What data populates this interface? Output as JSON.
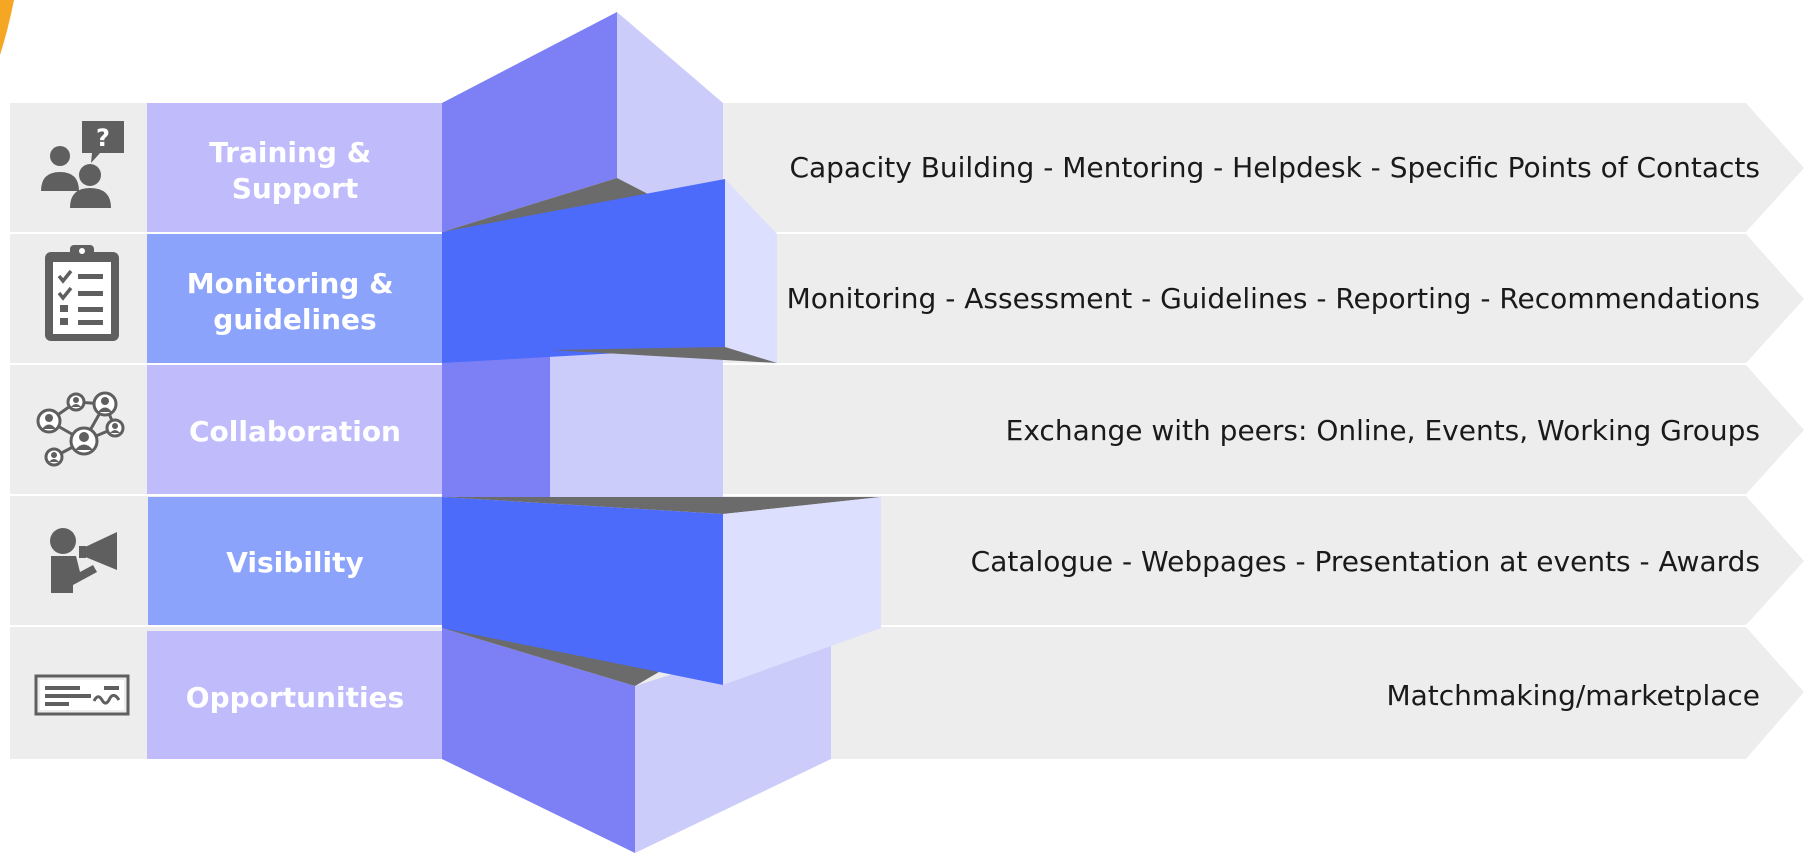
{
  "rows": [
    {
      "icon": "help-question-people-icon",
      "category_lines": [
        "Training &",
        "Support"
      ],
      "description": "Capacity Building - Mentoring - Helpdesk - Specific Points of Contacts"
    },
    {
      "icon": "clipboard-checklist-icon",
      "category_lines": [
        "Monitoring &",
        "guidelines"
      ],
      "description": "Monitoring - Assessment - Guidelines - Reporting - Recommendations"
    },
    {
      "icon": "network-people-icon",
      "category_lines": [
        "Collaboration"
      ],
      "description": "Exchange with peers: Online, Events, Working Groups"
    },
    {
      "icon": "megaphone-person-icon",
      "category_lines": [
        "Visibility"
      ],
      "description": "Catalogue - Webpages - Presentation at events - Awards"
    },
    {
      "icon": "cheque-card-icon",
      "category_lines": [
        "Opportunities"
      ],
      "description": "Matchmaking/marketplace"
    }
  ],
  "colors": {
    "row_background": "#ededed",
    "label_light": "#c0bcfc",
    "label_blue": "#8ca3fb",
    "block_front_violet": "#7d7ff5",
    "block_front_blue": "#4c6bfb",
    "block_side_light": "#ccccfb",
    "block_side_lighter": "#dcdffd",
    "shadow": "#6b6b6b",
    "accent_orange": "#f5a623"
  }
}
